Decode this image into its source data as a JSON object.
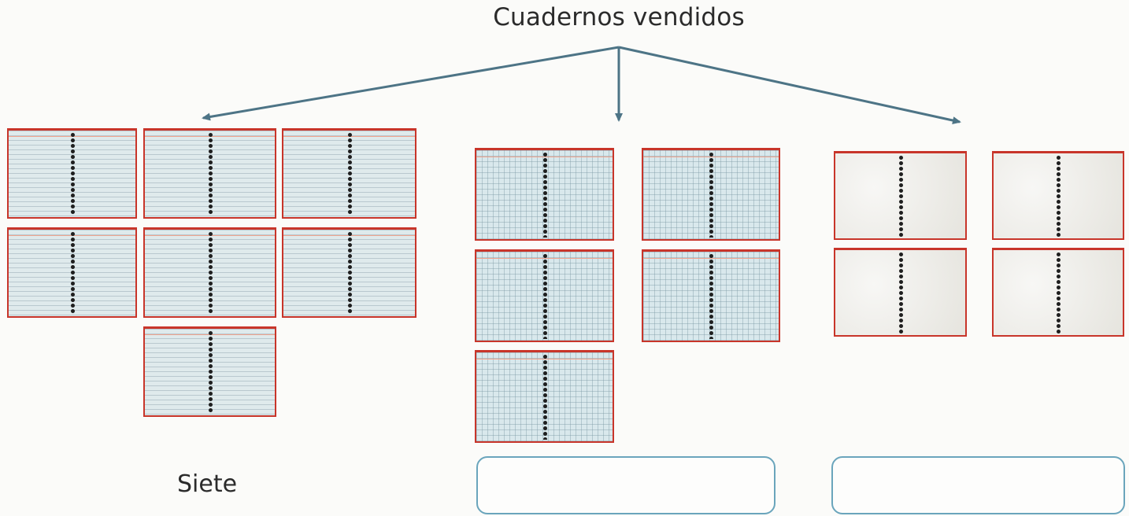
{
  "title": "Cuadernos vendidos",
  "groups": [
    {
      "count": 7,
      "style": "ruled",
      "label": "Siete"
    },
    {
      "count": 5,
      "style": "grid",
      "label": ""
    },
    {
      "count": 4,
      "style": "blank",
      "label": ""
    }
  ],
  "colors": {
    "arrow": "#4d7486",
    "notebook_border": "#c8352a",
    "answer_box_border": "#6aa5bc"
  }
}
